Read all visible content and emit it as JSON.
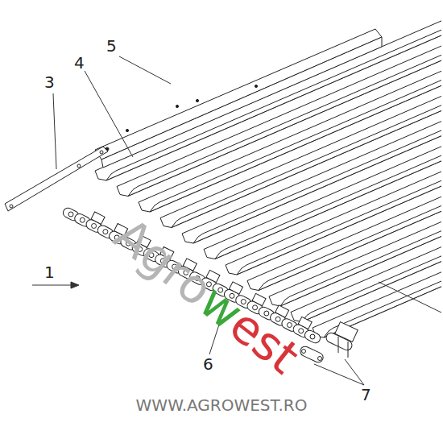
{
  "diagram": {
    "labels": [
      "5",
      "4",
      "3",
      "1",
      "6",
      "7",
      "Agro",
      "w",
      "est",
      "WWW.AGROWEST.RO"
    ]
  }
}
